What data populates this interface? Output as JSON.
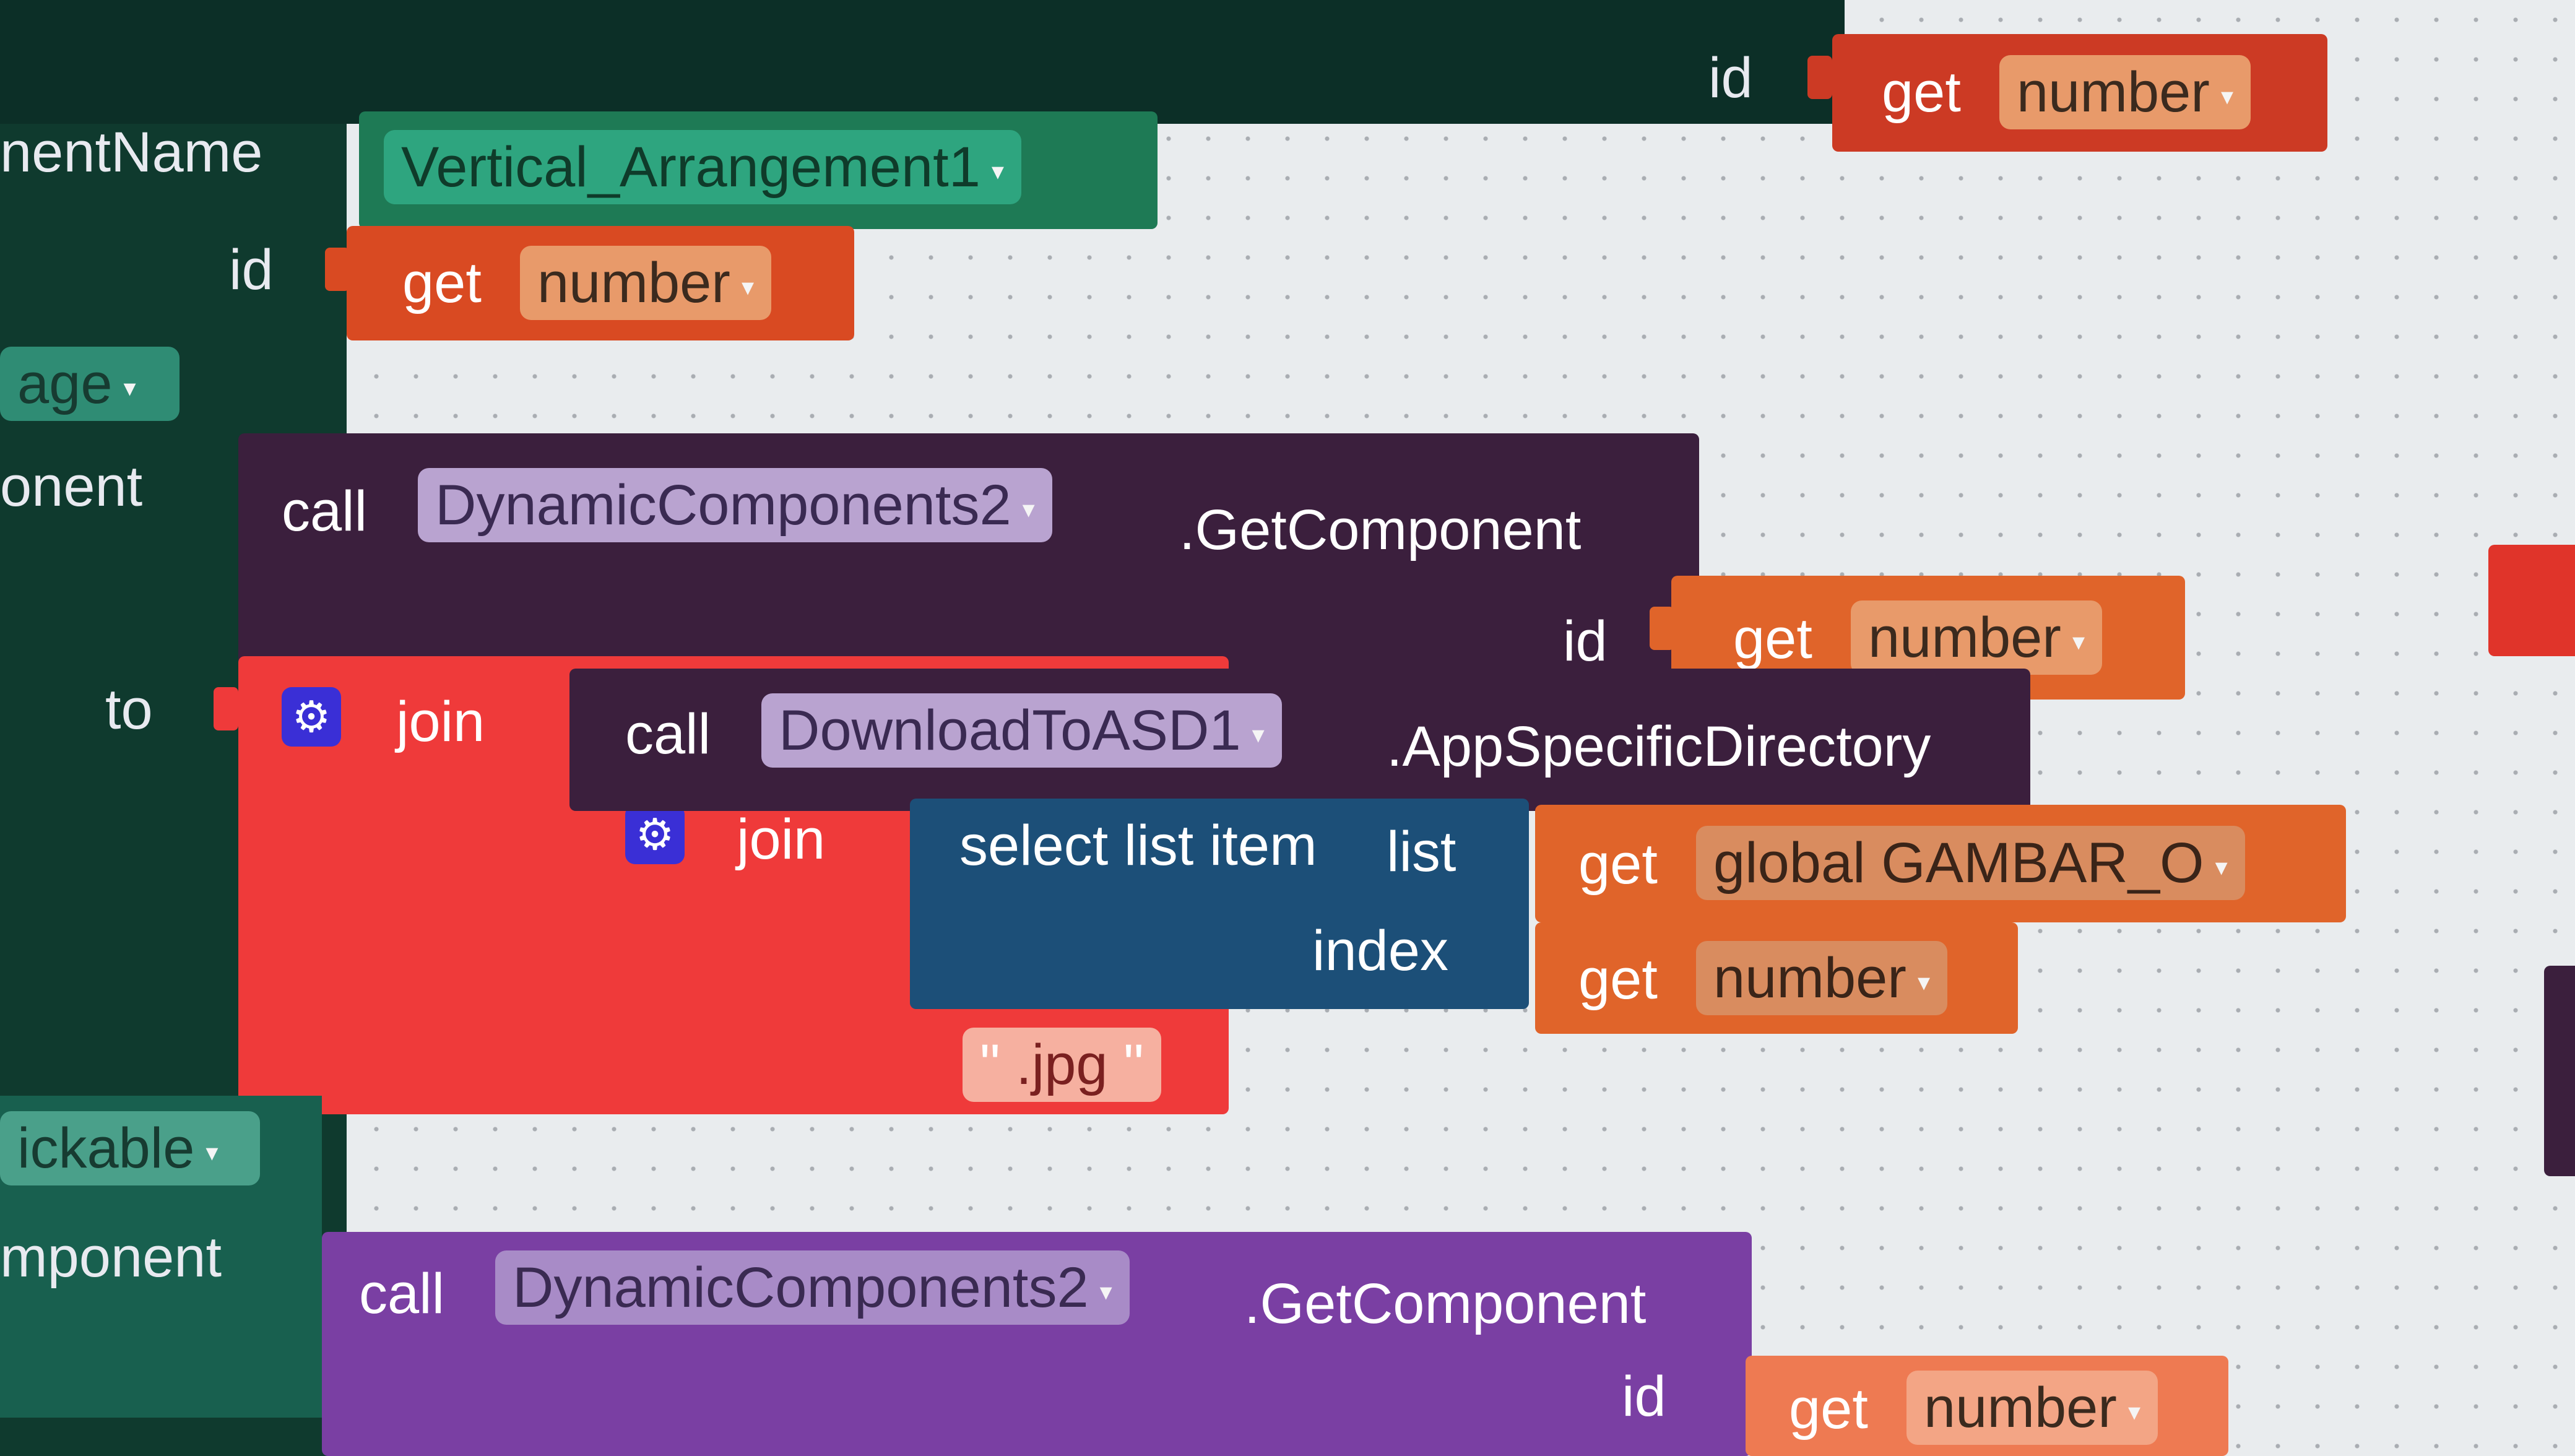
{
  "top_right_socket": {
    "id_label": "id",
    "get_label": "get",
    "var": "number"
  },
  "row1": {
    "arg_label": "nentName",
    "component": "Vertical_Arrangement1",
    "id_label": "id",
    "get_label": "get",
    "var": "number"
  },
  "left_dropdown_1": "age",
  "row2": {
    "arg_label": "onent",
    "call_label": "call",
    "component": "DynamicComponents2",
    "method": ".GetComponent",
    "id_label": "id",
    "get_label": "get",
    "var": "number"
  },
  "row3": {
    "to_label": "to",
    "join_label": "join",
    "call_label": "call",
    "component": "DownloadToASD1",
    "method": ".AppSpecificDirectory",
    "inner_join_label": "join",
    "select_label": "select list item",
    "list_label": "list",
    "get_label": "get",
    "list_var": "global GAMBAR_O",
    "index_label": "index",
    "index_get_label": "get",
    "index_var": "number",
    "string_value": ".jpg"
  },
  "left_dropdown_2": "ickable",
  "row4": {
    "arg_label": "mponent",
    "call_label": "call",
    "component": "DynamicComponents2",
    "method": ".GetComponent",
    "id_label": "id",
    "get_label": "get",
    "var": "number"
  },
  "colors": {
    "workspace": "#e9ecee",
    "dark_green_block": "#0f3a2e",
    "purple_component_block": "#3b1f3d",
    "text_join_red": "#ef3a3a",
    "lists_blue": "#1c4f78",
    "variable_orange": "#e0642a",
    "component_purple": "#7a3fa3",
    "teal_block": "#18604f"
  }
}
